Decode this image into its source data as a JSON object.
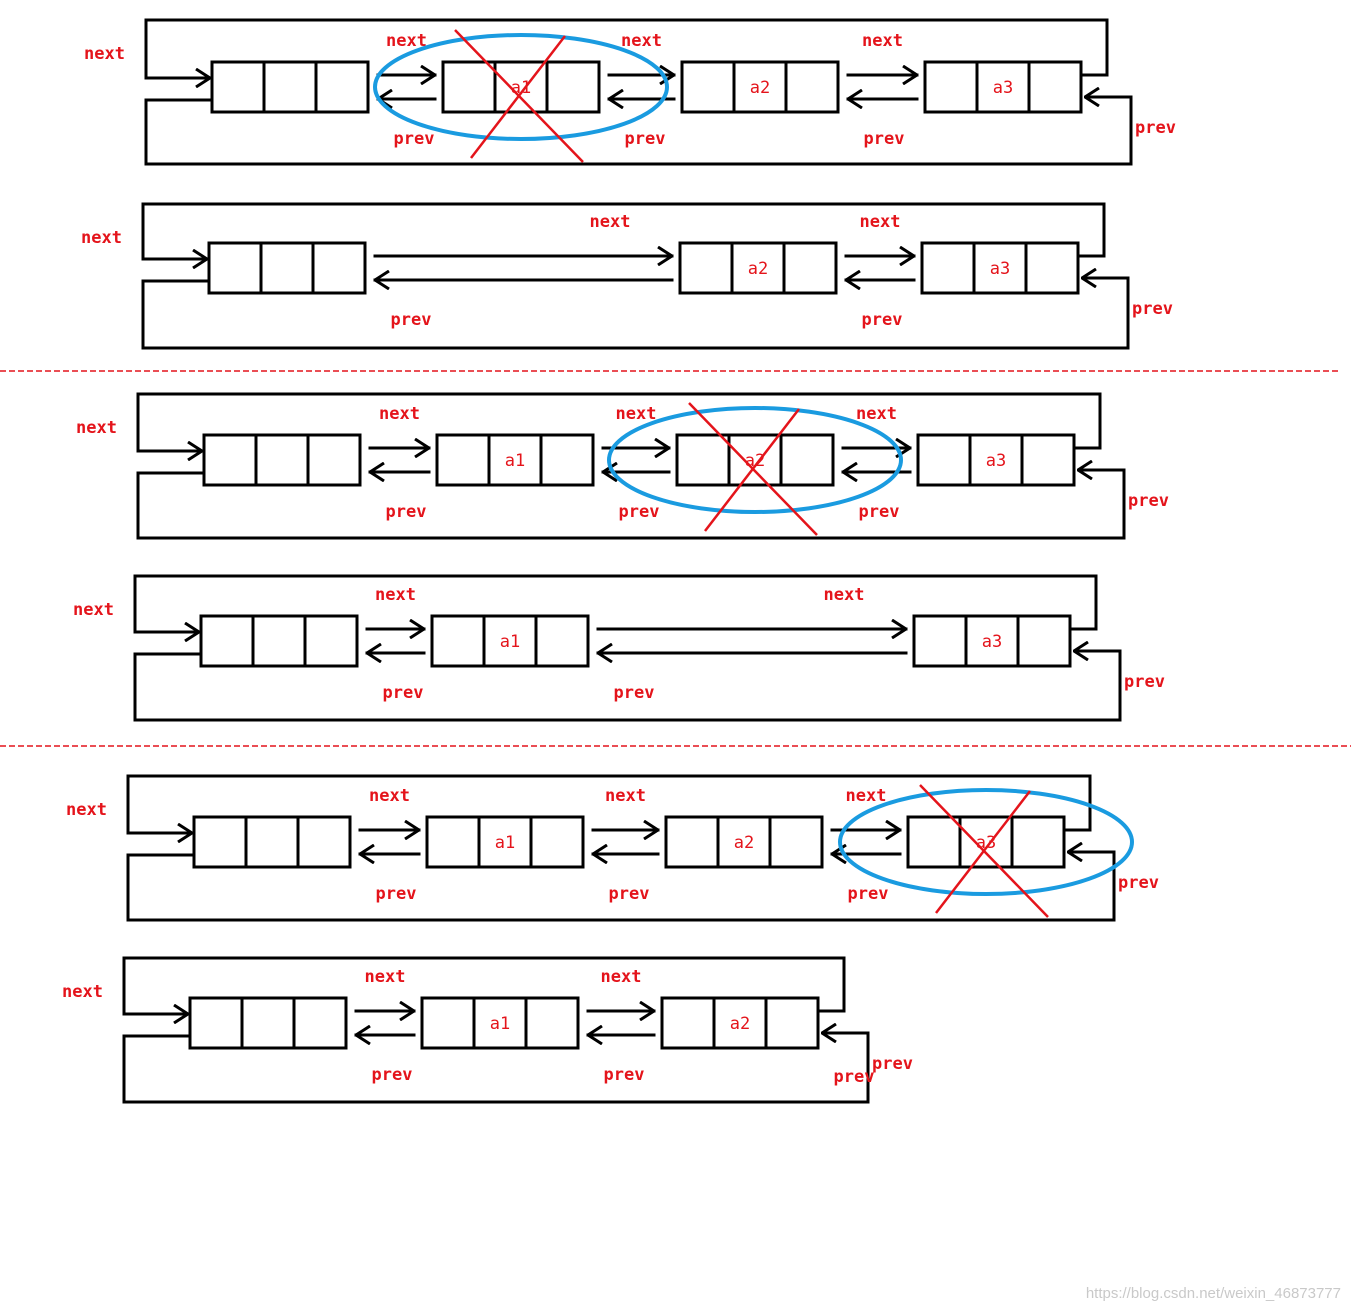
{
  "labels": {
    "next": "next",
    "prev": "prev"
  },
  "diagrams": [
    {
      "name": "delete-first-before",
      "nodes": [
        "",
        "a1",
        "a2",
        "a3"
      ],
      "deleted": 1,
      "edges": [
        {
          "from": 0,
          "to": 1,
          "next_label": "next",
          "prev_label": "prev"
        },
        {
          "from": 1,
          "to": 2,
          "next_label": "next",
          "prev_label": "prev"
        },
        {
          "from": 2,
          "to": 3,
          "next_label": "next",
          "prev_label": "prev"
        }
      ],
      "wrap_next_label": "next",
      "wrap_prev_label": "prev"
    },
    {
      "name": "delete-first-after",
      "nodes": [
        "",
        "a2",
        "a3"
      ],
      "deleted": -1,
      "edges": [
        {
          "from": 0,
          "to": 1,
          "next_label": "next",
          "prev_label": "prev",
          "long": true
        },
        {
          "from": 1,
          "to": 2,
          "next_label": "next",
          "prev_label": "prev"
        }
      ],
      "wrap_next_label": "next",
      "wrap_prev_label": "prev"
    },
    {
      "name": "delete-middle-before",
      "nodes": [
        "",
        "a1",
        "a2",
        "a3"
      ],
      "deleted": 2,
      "edges": [
        {
          "from": 0,
          "to": 1,
          "next_label": "next",
          "prev_label": "prev"
        },
        {
          "from": 1,
          "to": 2,
          "next_label": "next",
          "prev_label": "prev"
        },
        {
          "from": 2,
          "to": 3,
          "next_label": "next",
          "prev_label": "prev"
        }
      ],
      "wrap_next_label": "next",
      "wrap_prev_label": "prev"
    },
    {
      "name": "delete-middle-after",
      "nodes": [
        "",
        "a1",
        "a3"
      ],
      "deleted": -1,
      "edges": [
        {
          "from": 0,
          "to": 1,
          "next_label": "next",
          "prev_label": "prev"
        },
        {
          "from": 1,
          "to": 2,
          "next_label": "next",
          "prev_label": "prev",
          "long": true
        }
      ],
      "wrap_next_label": "next",
      "wrap_prev_label": "prev"
    },
    {
      "name": "delete-last-before",
      "nodes": [
        "",
        "a1",
        "a2",
        "a3"
      ],
      "deleted": 3,
      "edges": [
        {
          "from": 0,
          "to": 1,
          "next_label": "next",
          "prev_label": "prev"
        },
        {
          "from": 1,
          "to": 2,
          "next_label": "next",
          "prev_label": "prev"
        },
        {
          "from": 2,
          "to": 3,
          "next_label": "next",
          "prev_label": "prev"
        }
      ],
      "wrap_next_label": "next",
      "wrap_prev_label": "prev"
    },
    {
      "name": "delete-last-after",
      "nodes": [
        "",
        "a1",
        "a2"
      ],
      "deleted": -1,
      "edges": [
        {
          "from": 0,
          "to": 1,
          "next_label": "next",
          "prev_label": "prev"
        },
        {
          "from": 1,
          "to": 2,
          "next_label": "next",
          "prev_label": "prev"
        }
      ],
      "wrap_next_label": "next",
      "wrap_prev_label": "prev",
      "tail_prev_label": "prev"
    }
  ],
  "colors": {
    "line": "#000000",
    "text": "#e4141b",
    "ellipse": "#1a9be0",
    "cross": "#e4141b",
    "separator": "#e4141b"
  },
  "watermark": "https://blog.csdn.net/weixin_46873777"
}
